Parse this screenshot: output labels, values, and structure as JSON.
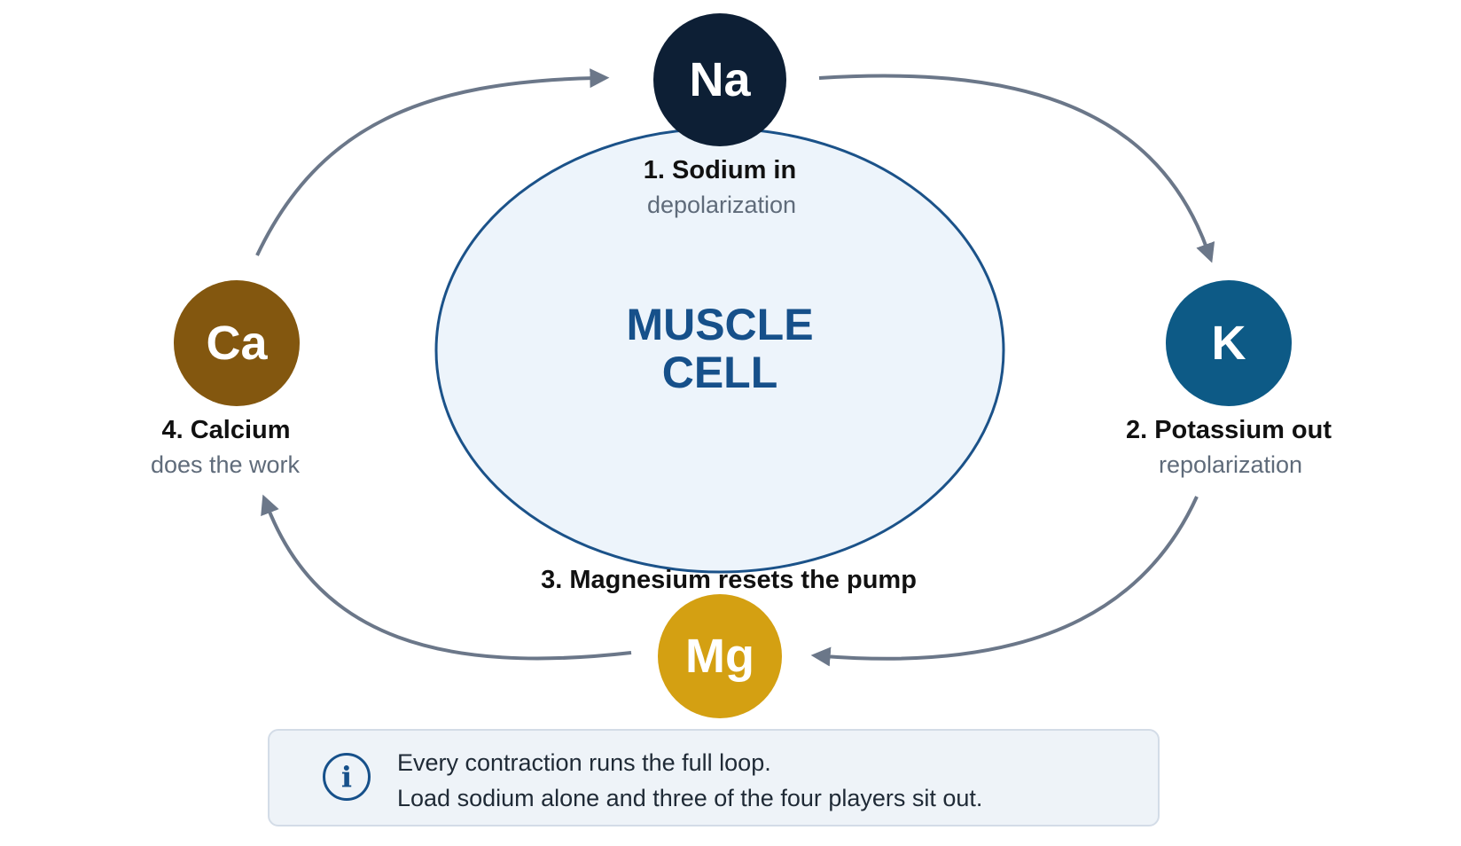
{
  "cell": {
    "title_line1": "MUSCLE",
    "title_line2": "CELL"
  },
  "colors": {
    "arrow": "#6b7789",
    "cell_fill": "#edf4fb",
    "cell_stroke": "#1b5289"
  },
  "steps": [
    {
      "symbol": "Na",
      "title": "1. Sodium in",
      "subtitle": "depolarization",
      "color": "#0d1f35"
    },
    {
      "symbol": "K",
      "title": "2. Potassium out",
      "subtitle": "repolarization",
      "color": "#0d5a86"
    },
    {
      "symbol": "Mg",
      "title": "3. Magnesium resets the pump",
      "color": "#d4a012"
    },
    {
      "symbol": "Ca",
      "title": "4. Calcium",
      "subtitle": "does the work",
      "color": "#83570f"
    }
  ],
  "note": {
    "icon": "info-icon",
    "line1": "Every contraction runs the full loop.",
    "line2": "Load sodium alone and three of the four players sit out."
  }
}
